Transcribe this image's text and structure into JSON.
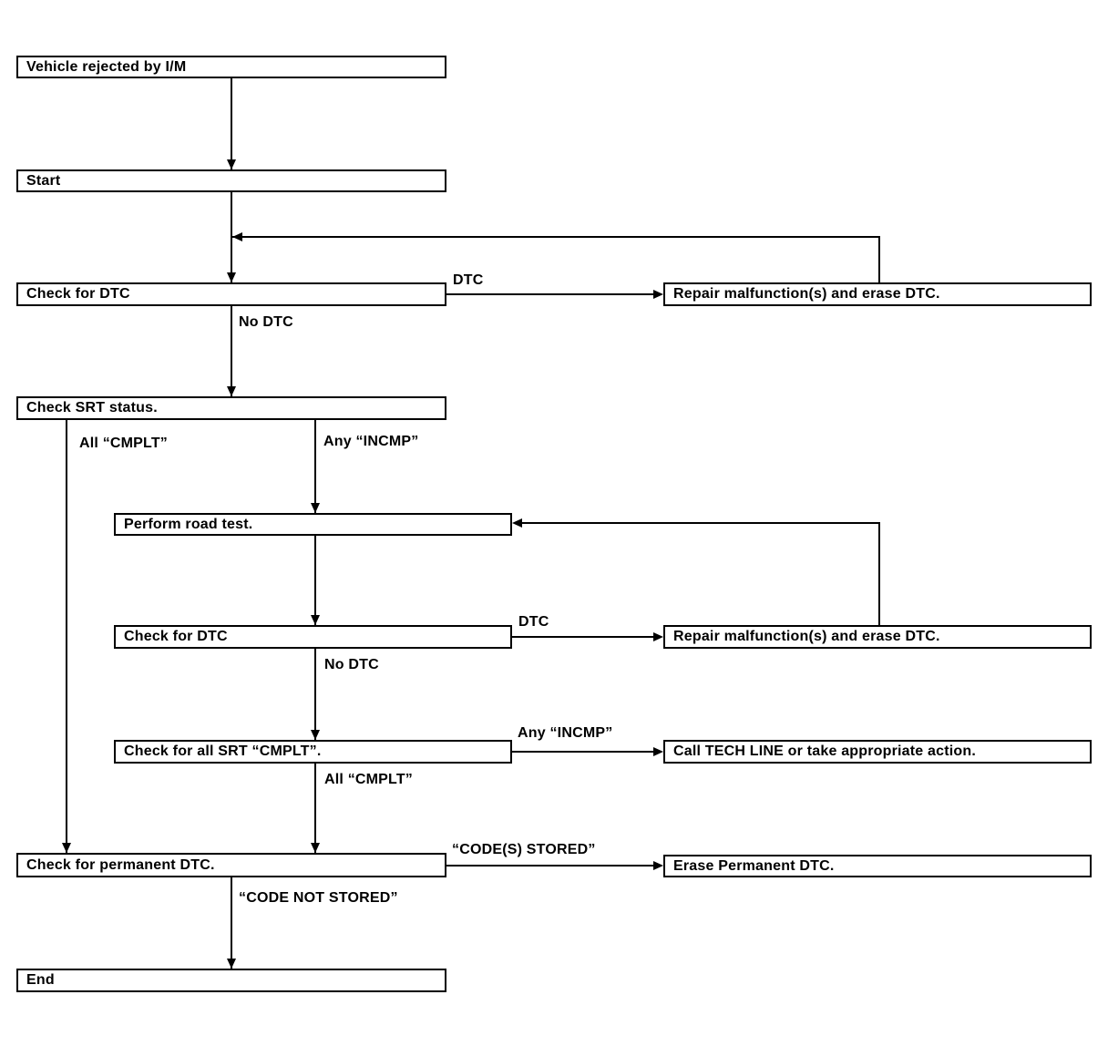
{
  "nodes": {
    "vehicle_rejected": "Vehicle rejected by I/M",
    "start": "Start",
    "check_dtc_1": "Check for DTC",
    "repair_1": "Repair malfunction(s) and erase DTC.",
    "check_srt": "Check SRT status.",
    "road_test": "Perform road test.",
    "check_dtc_2": "Check for DTC",
    "repair_2": "Repair malfunction(s) and erase DTC.",
    "check_srt_cmplt": "Check for all SRT “CMPLT”.",
    "call_tech_line": "Call TECH LINE or take appropriate action.",
    "check_permanent": "Check for permanent DTC.",
    "erase_permanent": "Erase Permanent DTC.",
    "end": "End"
  },
  "edge_labels": {
    "dtc_1": "DTC",
    "no_dtc_1": "No DTC",
    "all_cmplt_1": "All “CMPLT”",
    "any_incmp_1": "Any “INCMP”",
    "dtc_2": "DTC",
    "no_dtc_2": "No DTC",
    "any_incmp_2": "Any “INCMP”",
    "all_cmplt_2": "All “CMPLT”",
    "codes_stored": "“CODE(S) STORED”",
    "code_not_stored": "“CODE NOT STORED”"
  },
  "colors": {
    "line": "#000000",
    "background": "#ffffff",
    "text": "#000000"
  }
}
